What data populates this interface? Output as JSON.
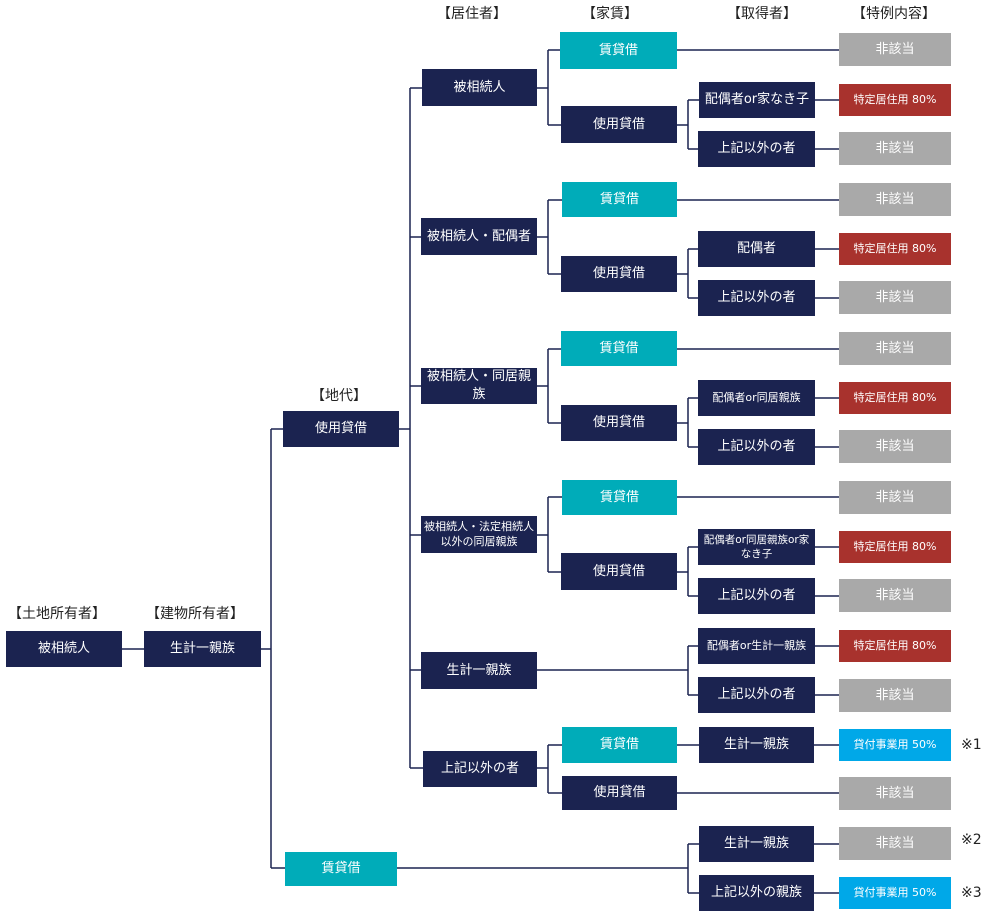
{
  "headers": {
    "land_owner": "【土地所有者】",
    "building_owner": "【建物所有者】",
    "ground_rent": "【地代】",
    "resident": "【居住者】",
    "house_rent": "【家賃】",
    "acquirer": "【取得者】",
    "special_content": "【特例内容】"
  },
  "root": {
    "land": "被相続人",
    "building": "生計一親族"
  },
  "level1": {
    "use_loan": "使用貸借",
    "lease": "賃貸借"
  },
  "residents": {
    "r1": "被相続人",
    "r2": "被相続人・配偶者",
    "r3": "被相続人・同居親族",
    "r4": "被相続人・法定相続人以外の同居親族",
    "r5": "生計一親族",
    "r6": "上記以外の者"
  },
  "rent_types": {
    "lease": "賃貸借",
    "use_loan": "使用貸借"
  },
  "acquirers": {
    "r1": "配偶者or家なき子",
    "r2": "配偶者",
    "r3": "配偶者or同居親族",
    "r4": "配偶者or同居親族or家なき子",
    "r5": "配偶者or生計一親族",
    "other": "上記以外の者",
    "living_relative": "生計一親族",
    "other_relative": "上記以外の親族"
  },
  "results": {
    "not_applicable": "非該当",
    "residential_80": "特定居住用 80%",
    "rental_50": "貸付事業用 50%"
  },
  "notes": {
    "n1": "※1",
    "n2": "※2",
    "n3": "※3"
  },
  "colors": {
    "navy": "#1b2350",
    "teal": "#00acb9",
    "gray": "#a9a9a9",
    "red": "#a8322d",
    "blue": "#00a8e8",
    "line": "#1b2350"
  }
}
